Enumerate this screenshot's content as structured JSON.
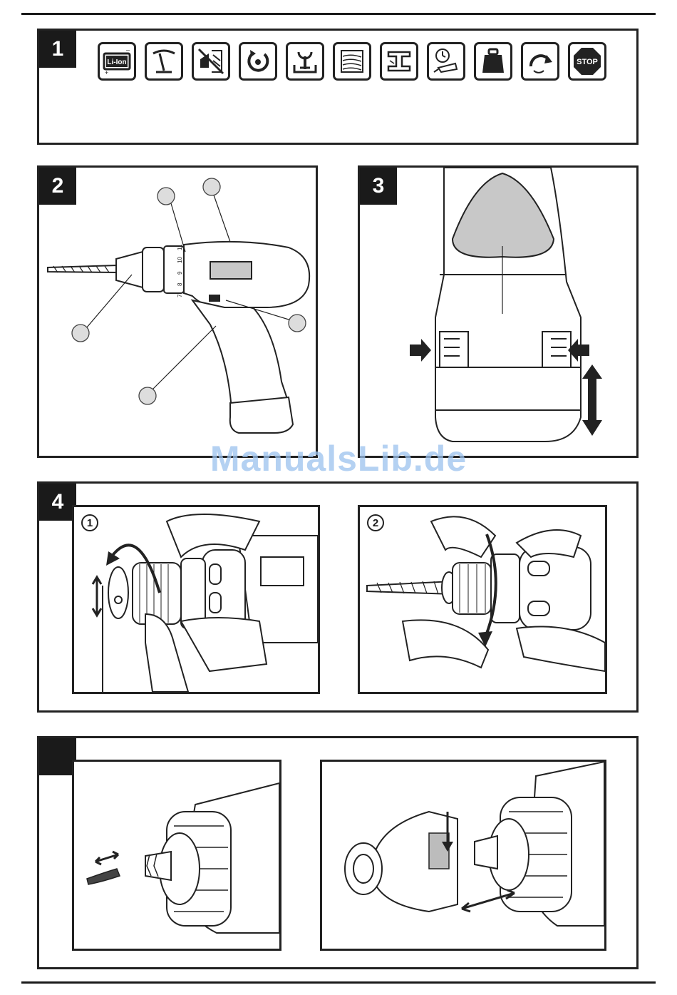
{
  "figures": [
    {
      "number": "1",
      "icons": [
        "battery-li-ion-icon",
        "gauge-icon",
        "no-rain-icon",
        "rotation-icon",
        "torque-clutch-icon",
        "wood-icon",
        "steel-beam-icon",
        "charging-time-icon",
        "weight-icon",
        "reverse-rotation-icon",
        "stop-icon"
      ],
      "icon_text": {
        "battery": "Li-Ion",
        "stop": "STOP"
      }
    },
    {
      "number": "2",
      "scale_digits": [
        "7",
        "8",
        "9",
        "10",
        "11"
      ]
    },
    {
      "number": "3"
    },
    {
      "number": "4",
      "steps": [
        "1",
        "2"
      ]
    },
    {
      "number": ""
    }
  ],
  "watermark": "ManualsLib.de"
}
